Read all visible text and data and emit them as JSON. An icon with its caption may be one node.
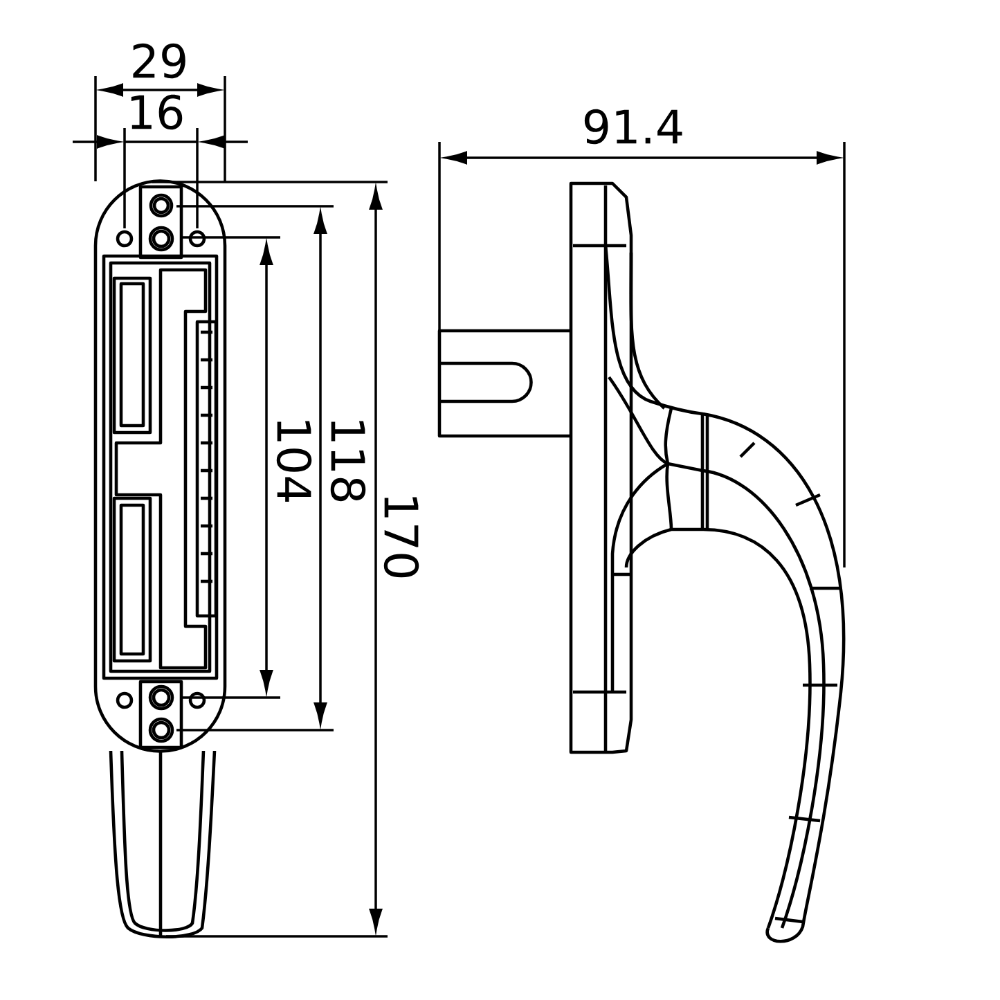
{
  "diagram": {
    "labels": [
      "29",
      "16",
      "91.4",
      "104",
      "118",
      "170"
    ]
  }
}
